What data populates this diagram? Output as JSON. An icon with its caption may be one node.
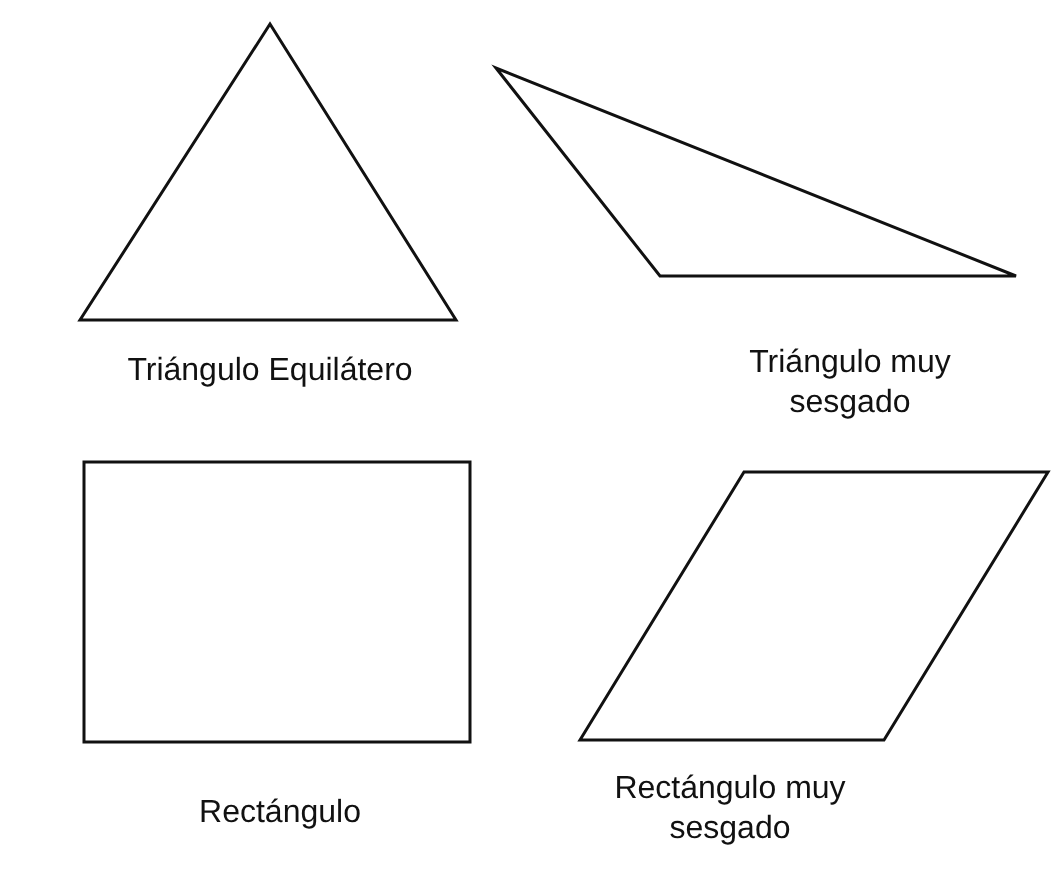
{
  "diagram": {
    "nodes": [
      {
        "text": [
          "Triángulo Equilátero"
        ]
      },
      {
        "text": [
          "Triángulo muy sesgado"
        ]
      },
      {
        "text": [
          "Rectángulo"
        ]
      },
      {
        "text": [
          "Rectángulo muy sesgado"
        ]
      }
    ]
  }
}
